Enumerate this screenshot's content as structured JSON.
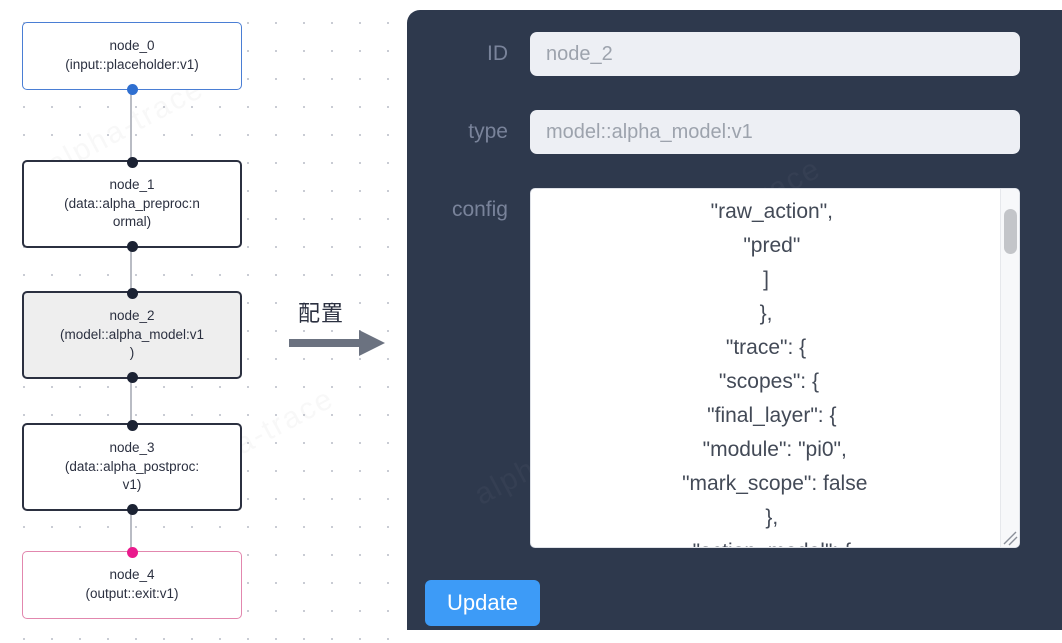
{
  "graph": {
    "nodes": [
      {
        "id": "node_0",
        "type_line": "(input::placeholder:v1)",
        "kind": "input",
        "selected": false
      },
      {
        "id": "node_1",
        "type_line": "(data::alpha_preproc:n",
        "type_line2": "ormal)",
        "kind": "default",
        "selected": false
      },
      {
        "id": "node_2",
        "type_line": "(model::alpha_model:v1",
        "type_line2": ")",
        "kind": "model",
        "selected": true
      },
      {
        "id": "node_3",
        "type_line": "(data::alpha_postproc:",
        "type_line2": "v1)",
        "kind": "default",
        "selected": false
      },
      {
        "id": "node_4",
        "type_line": "(output::exit:v1)",
        "kind": "output",
        "selected": false
      }
    ],
    "colors": {
      "input_border": "#4a7ed4",
      "output_border": "#e287ae",
      "default_border": "#2b3040",
      "selected_fill": "#eeeeee",
      "edge": "#b9bcc4",
      "port_default": "#1b2233",
      "port_blue": "#2f6fd0",
      "port_pink": "#ea1a8d"
    }
  },
  "arrow": {
    "label": "配置",
    "color": "#6b7280"
  },
  "panel": {
    "background": "#2e394d",
    "id_label": "ID",
    "id_value": "node_2",
    "type_label": "type",
    "type_value": "model::alpha_model:v1",
    "config_label": "config",
    "config_value": "  \"raw_action\",\n  \"pred\"\n]\n},\n\"trace\": {\n \"scopes\": {\n  \"final_layer\": {\n   \"module\": \"pi0\",\n   \"mark_scope\": false\n  },\n  \"action_model\": {",
    "update_label": "Update",
    "update_color": "#3d9bf7"
  },
  "watermarks": [
    "alpha-trace",
    "alpha-trace",
    "alpha-trace",
    "alpha-trace"
  ]
}
